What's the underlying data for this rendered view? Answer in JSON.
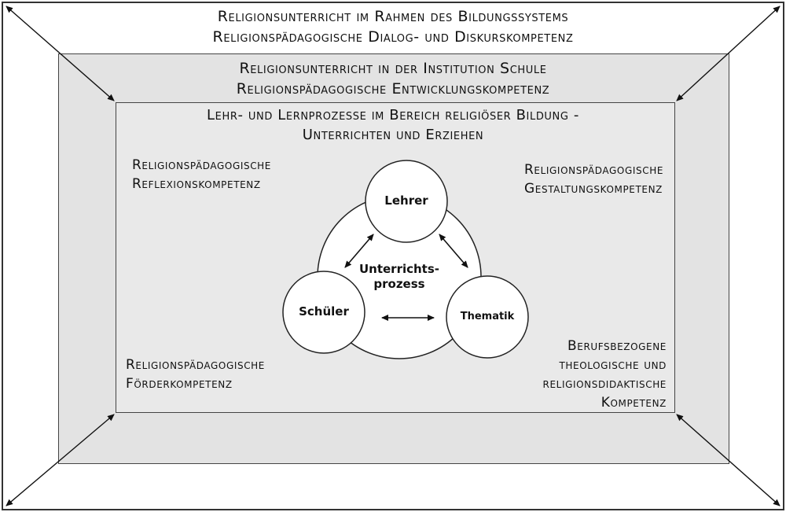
{
  "outer": {
    "line1": "Religionsunterricht im Rahmen des Bildungssystems",
    "line2": "Religionspädagogische Dialog- und Diskurskompetenz"
  },
  "middle": {
    "line1": "Religionsunterricht in der Institution Schule",
    "line2": "Religionspädagogische Entwicklungskompetenz"
  },
  "inner": {
    "line1": "Lehr- und Lernprozesse im Bereich religiöser Bildung -",
    "line2": "Unterrichten und Erziehen"
  },
  "competences": {
    "top_left": [
      "Religionspädagogische",
      "Reflexionskompetenz"
    ],
    "top_right": [
      "Religionspädagogische",
      "Gestaltungskompetenz"
    ],
    "bottom_left": [
      "Religionspädagogische",
      "Förderkompetenz"
    ],
    "bottom_right": [
      "Berufsbezogene",
      "theologische und",
      "religionsdidaktische",
      "Kompetenz"
    ]
  },
  "triangle": {
    "center": [
      "Unterrichts-",
      "prozess"
    ],
    "top": "Lehrer",
    "left": "Schüler",
    "right": "Thematik"
  }
}
